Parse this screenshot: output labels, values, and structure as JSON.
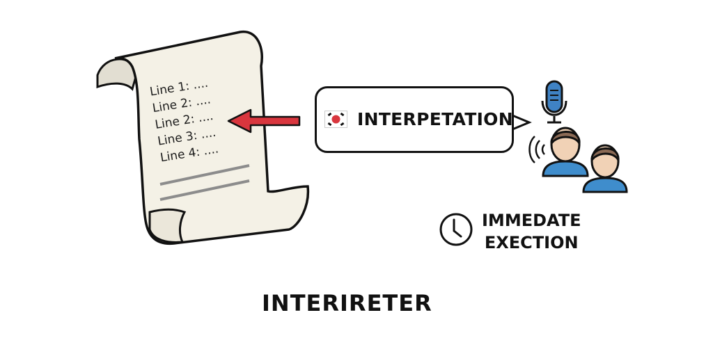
{
  "scroll": {
    "lines": [
      "Line 1: ....",
      "Line 2: ....",
      "Line 2: ....",
      "Line 3: ....",
      "Line 4: ...."
    ],
    "placeholder_line_count": 2
  },
  "arrow": {
    "color": "#d9363e",
    "target_line_index": 2
  },
  "bubble": {
    "label": "INTERPETATION",
    "flag": "south-korea-flag"
  },
  "speaker": {
    "mic_color": "#3f82c4",
    "shirt_color": "#3f8dcc",
    "hair_color": "#8b6a55",
    "skin_color": "#f1d2b6"
  },
  "execution": {
    "line1": "IMMEDATE",
    "line2": "EXECTION",
    "icon": "clock-icon"
  },
  "title": "INTERIRETER",
  "colors": {
    "paper": "#f4f1e6",
    "outline": "#111111",
    "placeholder_bars": "#8c8c8c"
  }
}
